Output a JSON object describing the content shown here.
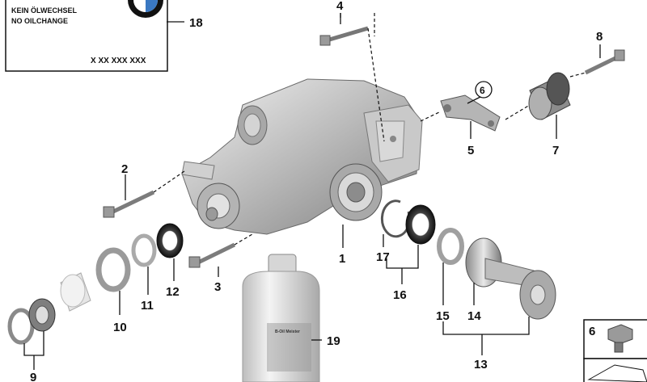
{
  "label_box": {
    "line1": "KEIN ÖLWECHSEL",
    "line2": "NO OILCHANGE",
    "part_code": "X XX XXX XXX",
    "logo_icon": "bmw-roundel-icon"
  },
  "bottle_label": "B-Oil Meister",
  "callouts": {
    "c1": "1",
    "c2": "2",
    "c3": "3",
    "c4": "4",
    "c5": "5",
    "c6_circle": "6",
    "c7": "7",
    "c8": "8",
    "c9": "9",
    "c10": "10",
    "c11": "11",
    "c12": "12",
    "c13": "13",
    "c14": "14",
    "c15": "15",
    "c16": "16",
    "c17": "17",
    "c18": "18",
    "c19": "19",
    "c6_box": "6"
  }
}
